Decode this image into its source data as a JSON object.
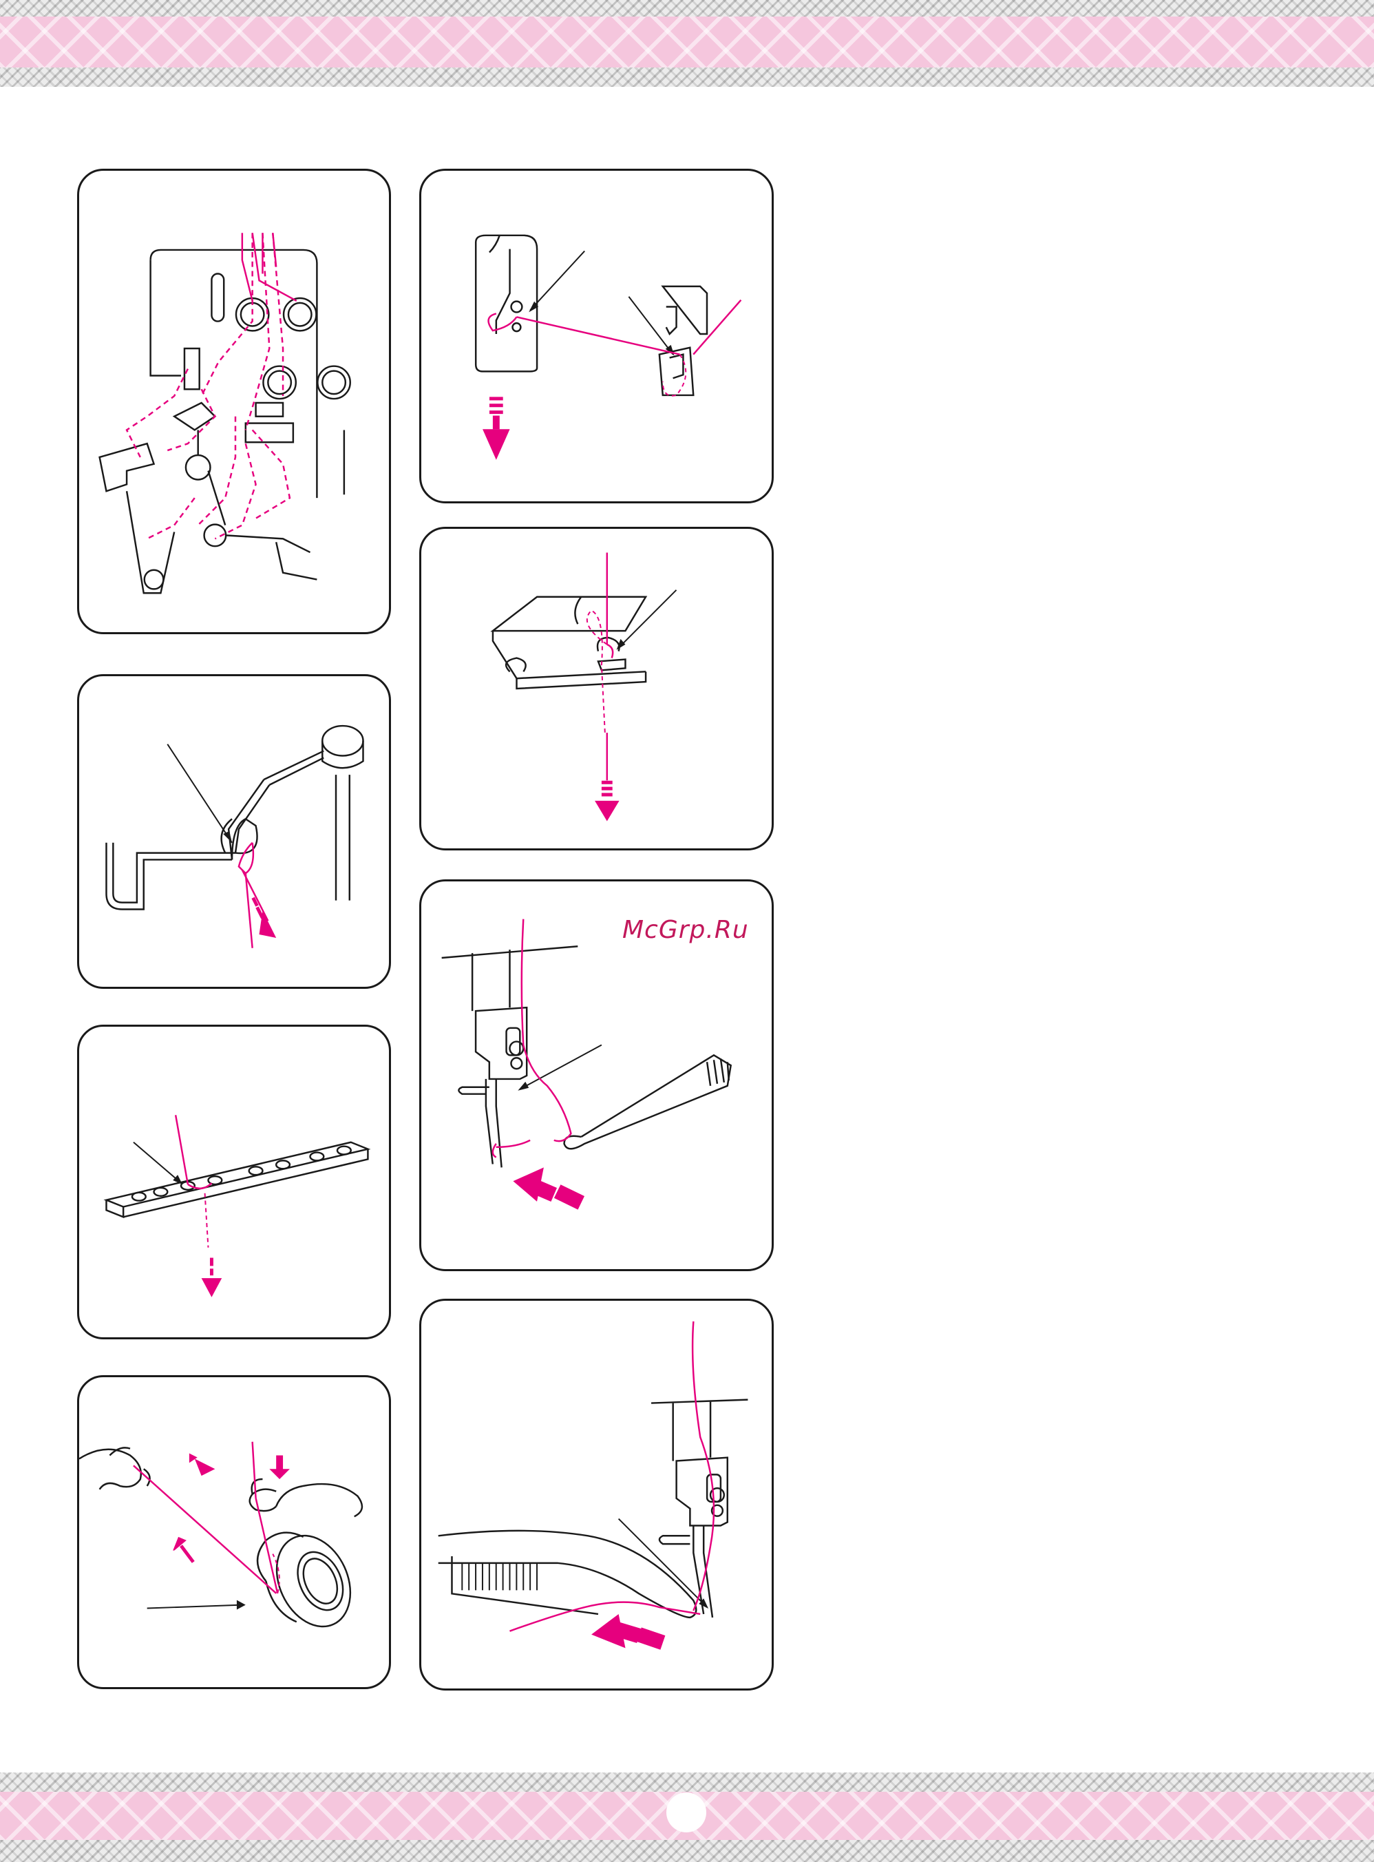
{
  "colors": {
    "accent": "#e6007e",
    "outline": "#1a1a1a",
    "pink_band": "#f5c6dd",
    "grey_band": "#e6e6e6"
  },
  "watermark": {
    "text": "McGrp.Ru"
  },
  "panels": [
    {
      "name": "threading-overview",
      "subject": "machine-front-thread-path"
    },
    {
      "name": "thread-guide-hook",
      "subject": "thread-guide-bar"
    },
    {
      "name": "guide-plate",
      "subject": "perforated-guide-plate"
    },
    {
      "name": "thread-pulling",
      "subject": "hands-pulling-thread-from-spool"
    },
    {
      "name": "upper-guides",
      "subject": "thread-through-guides"
    },
    {
      "name": "bar-guide",
      "subject": "thread-under-bar-guide"
    },
    {
      "name": "needle-eye-left",
      "subject": "tweezers-thread-needle"
    },
    {
      "name": "needle-eye-right",
      "subject": "tweezers-thread-needle-right"
    }
  ]
}
